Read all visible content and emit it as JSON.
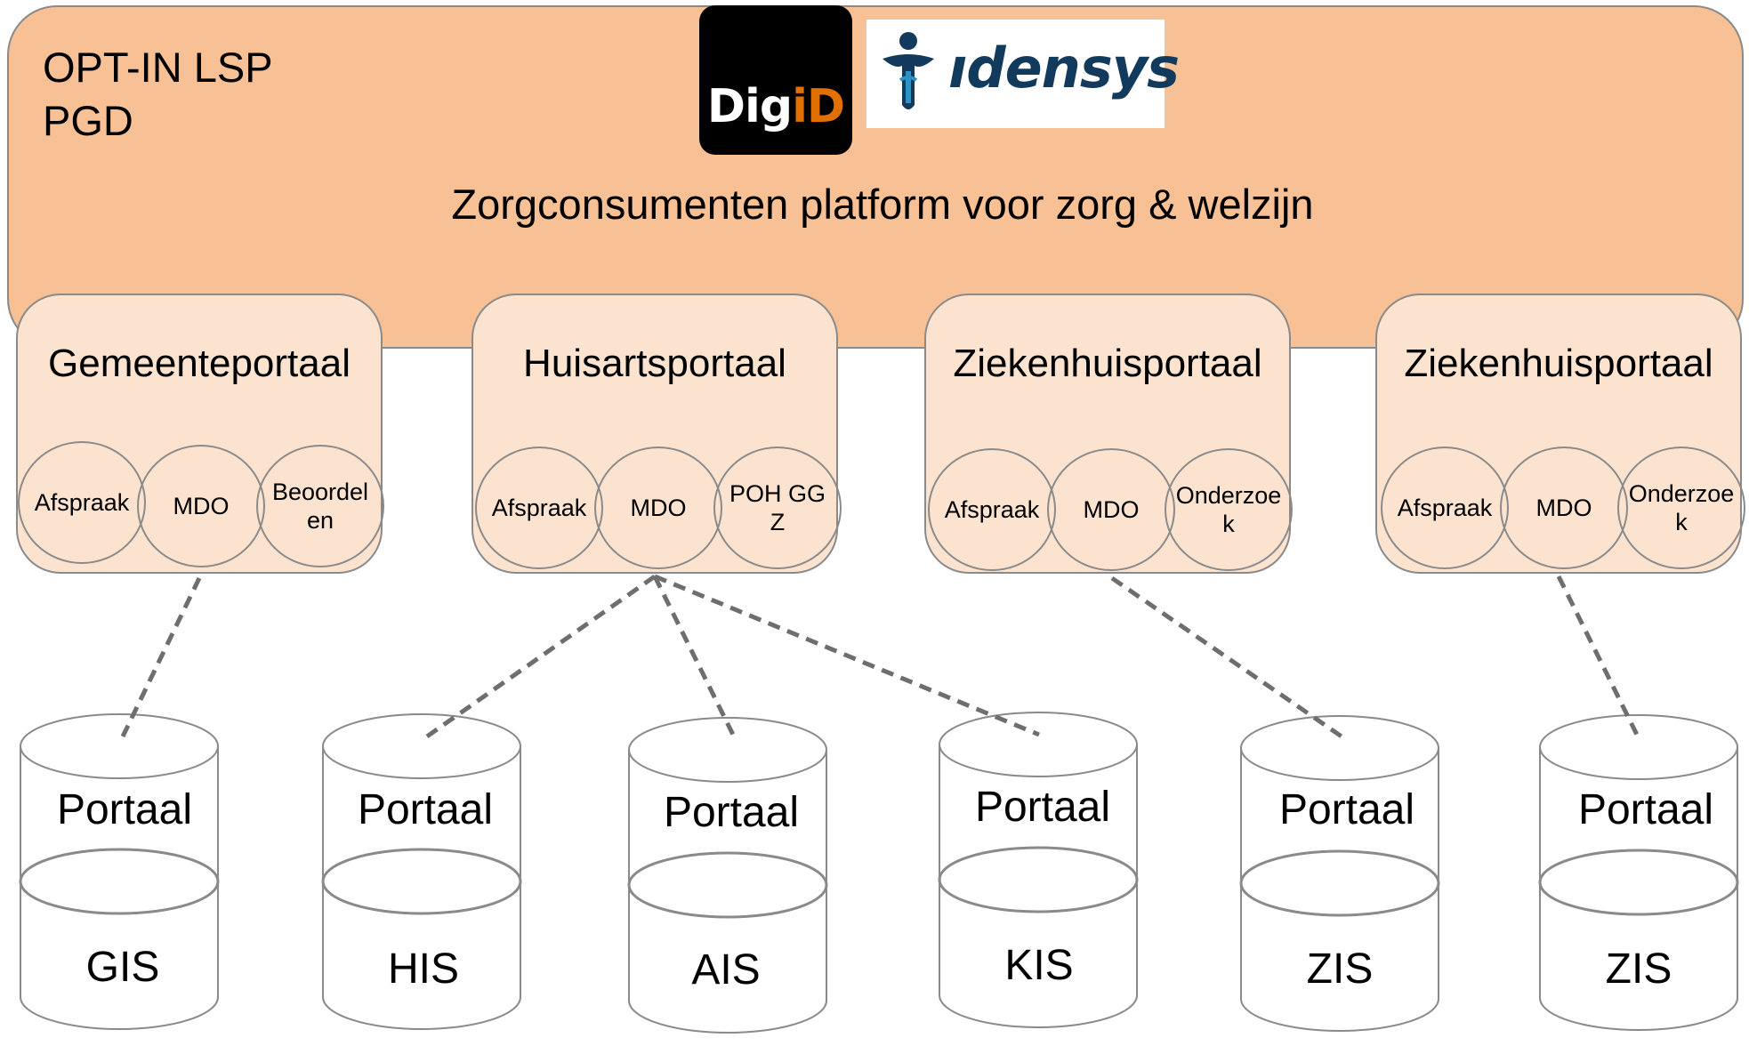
{
  "platform": {
    "label_line1": "OPT-IN LSP",
    "label_line2": "PGD",
    "title": "Zorgconsumenten platform voor zorg & welzijn",
    "color": "#f8c095"
  },
  "logos": {
    "digid": {
      "text_main": "Dig",
      "text_accent": "iD",
      "accent_color": "#e17000"
    },
    "idensys": {
      "text": "ıdensys",
      "color": "#123a5c"
    }
  },
  "portals": [
    {
      "title": "Gemeenteportaal",
      "circles": [
        "Afspraak",
        "MDO",
        "Beoordel en"
      ]
    },
    {
      "title": "Huisartsportaal",
      "circles": [
        "Afspraak",
        "MDO",
        "POH GGZ"
      ]
    },
    {
      "title": "Ziekenhuisportaal",
      "circles": [
        "Afspraak",
        "MDO",
        "Onderzoe k"
      ]
    },
    {
      "title": "Ziekenhuisportaal",
      "circles": [
        "Afspraak",
        "MDO",
        "Onderzoe k"
      ]
    }
  ],
  "databases": [
    {
      "top": "Portaal",
      "bottom": "GIS"
    },
    {
      "top": "Portaal",
      "bottom": "HIS"
    },
    {
      "top": "Portaal",
      "bottom": "AIS"
    },
    {
      "top": "Portaal",
      "bottom": "KIS"
    },
    {
      "top": "Portaal",
      "bottom": "ZIS"
    },
    {
      "top": "Portaal",
      "bottom": "ZIS"
    }
  ],
  "connections": [
    {
      "from_portal": 0,
      "to_database": 0
    },
    {
      "from_portal": 1,
      "to_database": 1
    },
    {
      "from_portal": 1,
      "to_database": 2
    },
    {
      "from_portal": 1,
      "to_database": 3
    },
    {
      "from_portal": 2,
      "to_database": 4
    },
    {
      "from_portal": 3,
      "to_database": 5
    }
  ]
}
